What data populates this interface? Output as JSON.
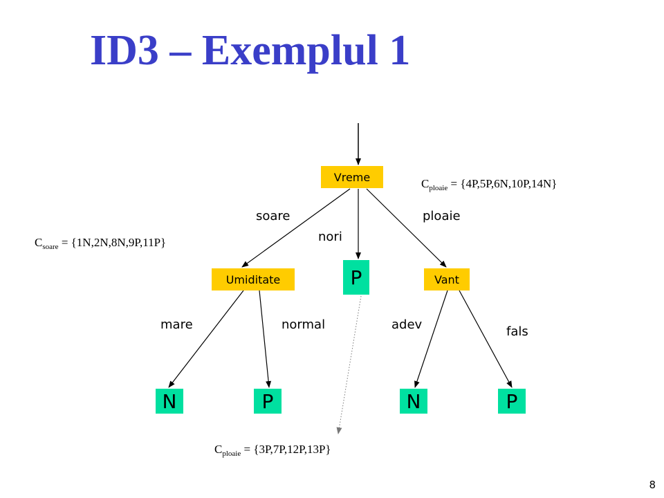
{
  "title": "ID3 – Exemplul 1",
  "nodes": {
    "vreme": "Vreme",
    "umiditate": "Umiditate",
    "p_center": "P",
    "vant": "Vant",
    "n_left": "N",
    "p_left": "P",
    "n_right": "N",
    "p_right": "P"
  },
  "edge_labels": {
    "soare": "soare",
    "nori": "nori",
    "ploaie": "ploaie",
    "mare": "mare",
    "normal": "normal",
    "adev": "adev",
    "fals": "fals"
  },
  "sets": {
    "top_right": {
      "c": "C",
      "sub": "ploaie",
      "rest": " = {4P,5P,6N,10P,14N}"
    },
    "left": {
      "c": "C",
      "sub": "soare",
      "rest": " = {1N,2N,8N,9P,11P}"
    },
    "bottom": {
      "c": "C",
      "sub": "ploaie",
      "rest": " = {3P,7P,12P,13P}"
    }
  },
  "page_number": "8",
  "colors": {
    "title": "#3a3ec8",
    "attribute_node": "#ffcc00",
    "leaf_node": "#00e0a0"
  }
}
